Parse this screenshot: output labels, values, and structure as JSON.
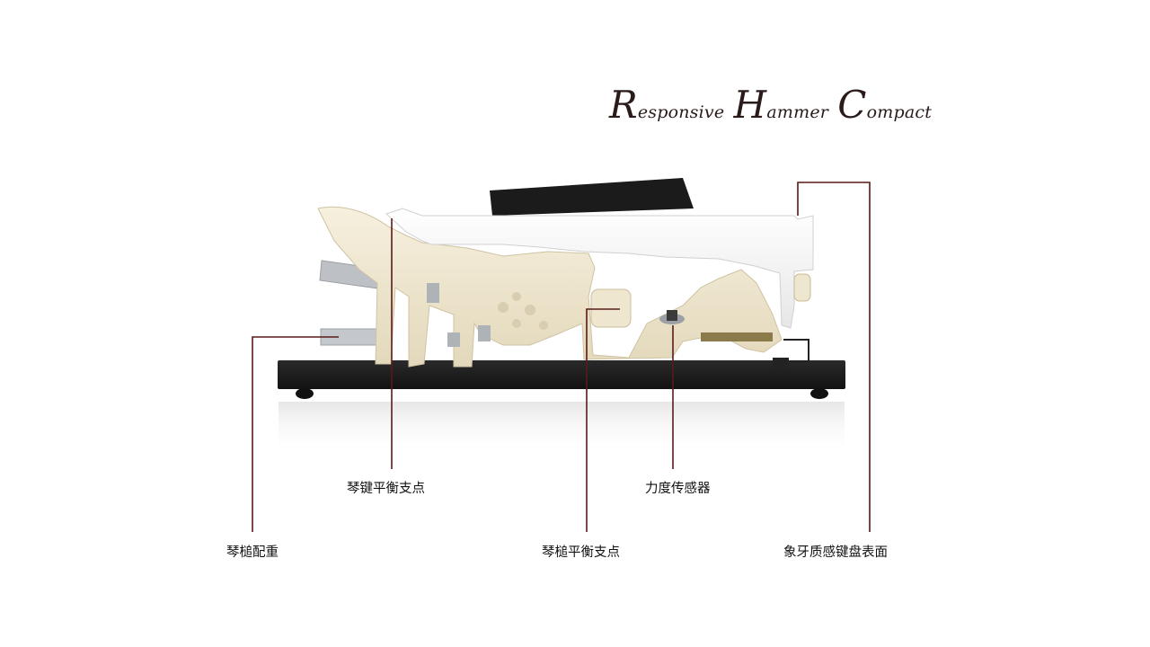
{
  "title": {
    "word1_initial": "R",
    "word1_rest": "esponsive",
    "word2_initial": "H",
    "word2_rest": "ammer",
    "word3_initial": "C",
    "word3_rest": "ompact"
  },
  "callouts": {
    "key_balance_pivot": "琴键平衡支点",
    "force_sensor": "力度传感器",
    "hammer_weight": "琴槌配重",
    "hammer_balance_pivot": "琴槌平衡支点",
    "ivory_key_surface": "象牙质感键盘表面"
  },
  "colors": {
    "leader_line": "#5a1a1a",
    "base": "#1e1e1e",
    "action_plastic": "#f1ead6",
    "key_white": "#fafafa",
    "key_black": "#1a1a1a",
    "metal": "#b8bcc0"
  }
}
